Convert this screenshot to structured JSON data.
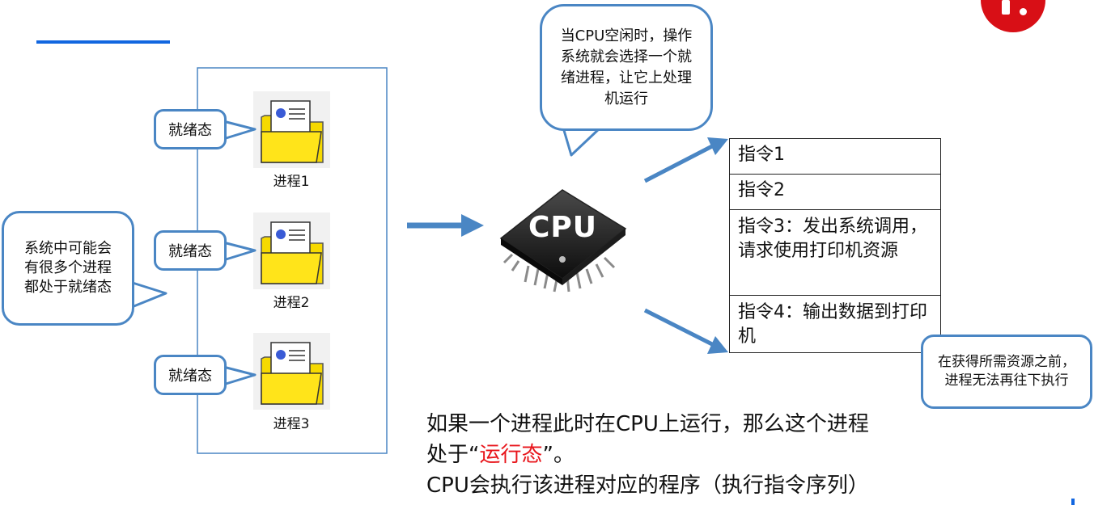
{
  "process_states": [
    "就绪态",
    "就绪态",
    "就绪态"
  ],
  "processes": [
    "进程1",
    "进程2",
    "进程3"
  ],
  "left_note": "系统中可能会有很多个进程都处于就绪态",
  "top_note": "当CPU空闲时，操作系统就会选择一个就绪进程，让它上处理机运行",
  "cpu_label": "CPU",
  "instructions": [
    "指令1",
    "指令2",
    "指令3：发出系统调用，请求使用打印机资源",
    "指令4：输出数据到打印机"
  ],
  "right_note": "在获得所需资源之前，进程无法再往下执行",
  "bottom_text": {
    "line1": "如果一个进程此时在CPU上运行，那么这个进程",
    "line2_pre": "处于“",
    "line2_highlight": "运行态",
    "line2_post": "”。",
    "line3": "CPU会执行该进程对应的程序（执行指令序列）"
  },
  "colors": {
    "accent": "#4a86c4",
    "highlight": "#e8151b",
    "folder": "#ffe41a",
    "logo": "#d80f16"
  }
}
